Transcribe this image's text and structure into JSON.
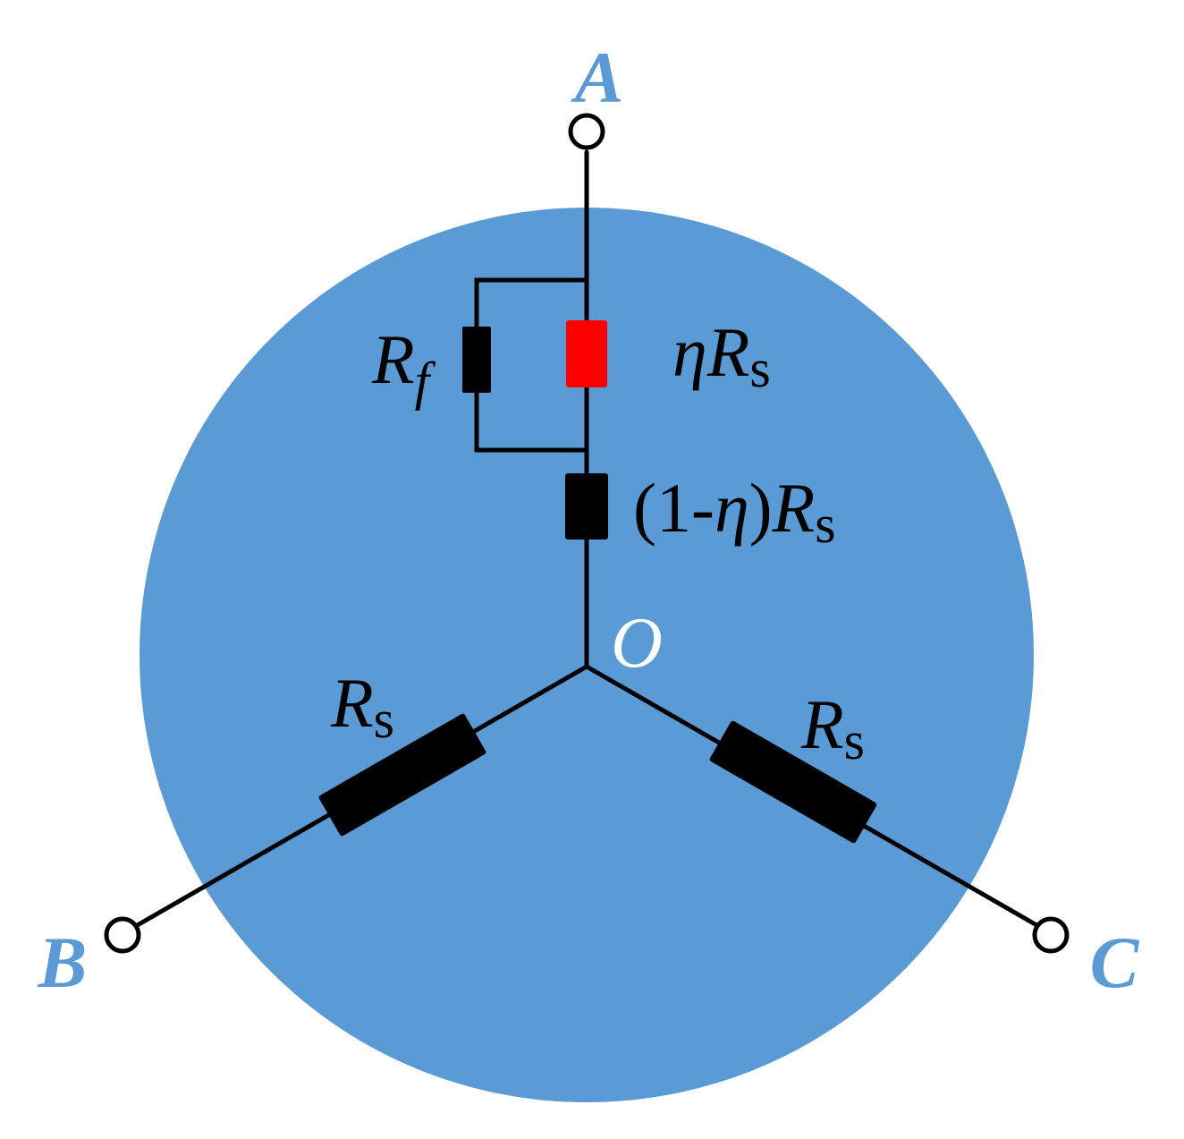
{
  "colors": {
    "disc": "#5b9bd5",
    "wire": "#000000",
    "resistor": "#000000",
    "faulty_resistor": "#ff0000",
    "terminal_label": "#5b9bd5",
    "neutral_label": "#ffffff",
    "terminal_fill": "#ffffff"
  },
  "terminals": {
    "a": "A",
    "b": "B",
    "c": "C"
  },
  "neutral": "O",
  "resistors": {
    "rf": {
      "main": "R",
      "sub": "f"
    },
    "eta": {
      "prefix": "η",
      "main": "R",
      "sub": "s"
    },
    "rest": {
      "open": "(1-",
      "eta": "η",
      "close": ")",
      "main": "R",
      "sub": "s"
    },
    "b_phase": {
      "main": "R",
      "sub": "s"
    },
    "c_phase": {
      "main": "R",
      "sub": "s"
    }
  }
}
